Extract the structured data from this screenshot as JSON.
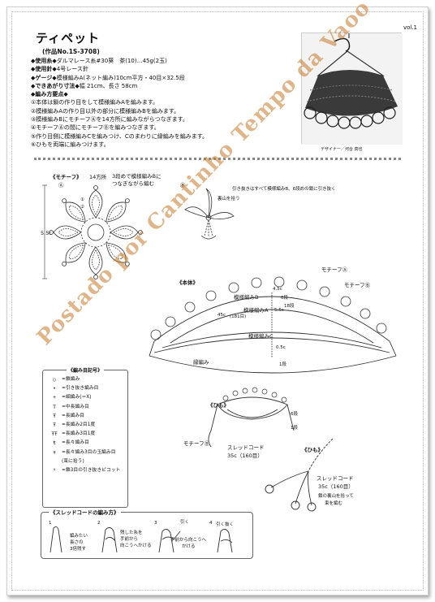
{
  "header": {
    "vol": "vol.1",
    "title": "ティペット",
    "work_no": "(作品No.1S-3708)"
  },
  "specs": [
    {
      "label": "◆使用糸◆",
      "text": "ダルマレース糸#30葵　茶(10)…45g(2玉)"
    },
    {
      "label": "◆使用針◆",
      "text": "4号レース針"
    },
    {
      "label": "◆ゲージ◆",
      "text": "模様編みA(ネット編み)10cm平方・40目×32.5段"
    },
    {
      "label": "◆できあがり寸法◆",
      "text": "幅 21cm、長さ 58cm"
    },
    {
      "label": "◆編み方要点◆",
      "text": ""
    }
  ],
  "steps": [
    "①本体は鎖の作り目をして模様編みAを編みます。",
    "②模様編みAの作り目以外の部分に模様編みBを編みます。",
    "③模様編みBにモチーフⒶを14方所に編みながらつなぎます。",
    "④モチーフⒶの間にモチーフⒷを編みつなぎます。",
    "⑤作り目側に模様編みCを編みつけ、Cのまわりに縁編みを編みます。",
    "⑥ひもを両端に編みつけます。"
  ],
  "photo_caption": "デザイナー／河合 真也",
  "motif": {
    "title": "《モチーフ》",
    "count": "14方所",
    "note_line1": "3段めで模様編みBに",
    "note_line2": "つなぎながら編む",
    "a_mark": "Ⓐ",
    "b_mark": "Ⓑ",
    "size": "5.5c",
    "round_1": "①",
    "round_2": "②",
    "back_loop": "裏山を拾う"
  },
  "pullout_note": "引き抜きはすべて模様編みB、6段めの鎖に引き抜く",
  "body": {
    "title": "《本体》",
    "motif_a": "モチーフⒶ",
    "motif_b": "モチーフⒷ",
    "pattern_b": "模様編みB",
    "pattern_a": "模様編みA",
    "pattern_c": "模様編みC",
    "h_b": "4.5c",
    "h_b_rows": "6段",
    "h_a": "5.5c",
    "h_a_rows": "18段",
    "width": "45c",
    "width_st": "(181目)",
    "edging": "縁編み",
    "h_c": "0.5c",
    "h_c_rows": "1段"
  },
  "legend": {
    "title": "《編み目記号》",
    "items": [
      {
        "sym": "○",
        "text": "=鎖編み"
      },
      {
        "sym": "•",
        "text": "=引き抜き編み目"
      },
      {
        "sym": "+",
        "text": "=細編み(＝X)"
      },
      {
        "sym": "T",
        "text": "=中長編み目"
      },
      {
        "sym": "Ŧ",
        "text": "=長編み目"
      },
      {
        "sym": "Ŧ",
        "text": "=長編み2目1度"
      },
      {
        "sym": "ŦŦ",
        "text": "=長編み3目1度"
      },
      {
        "sym": "ŧ",
        "text": "=長々編み目"
      },
      {
        "sym": "♆",
        "text": "=長々編み3目の玉編み目"
      },
      {
        "sym": "",
        "text": "(束に拾う)"
      },
      {
        "sym": "ᴼ",
        "text": "=鎖3目の引き抜きピコット"
      }
    ]
  },
  "cord": {
    "title": "《スレッドコードの編み方》",
    "steps": [
      "1",
      "2",
      "3",
      "4"
    ],
    "step1_text": [
      "編みたい",
      "長さの",
      "3倍残す"
    ],
    "step2_text": [
      "残した糸を",
      "手前から",
      "向こうへかける"
    ],
    "step3_text": [
      "手前から向こうへ",
      "かける"
    ],
    "pull": "引く",
    "pull2": "引く抜く"
  },
  "himo": {
    "title": "《ひも》",
    "motif_b": "モチーフⒷ",
    "cord_label": "スレッドコード",
    "cord_len": "35c（160目）",
    "rows_6": "6段",
    "rows_1": "1段",
    "title2": "《ひも》",
    "cord_label2": "スレッドコード",
    "cord_len2": "35c（160目）",
    "tie_note1": "鎖の裏山を拾って",
    "tie_note2": "束を編む"
  },
  "watermark": "Postado por Cantinho Tempo da Vaoo"
}
